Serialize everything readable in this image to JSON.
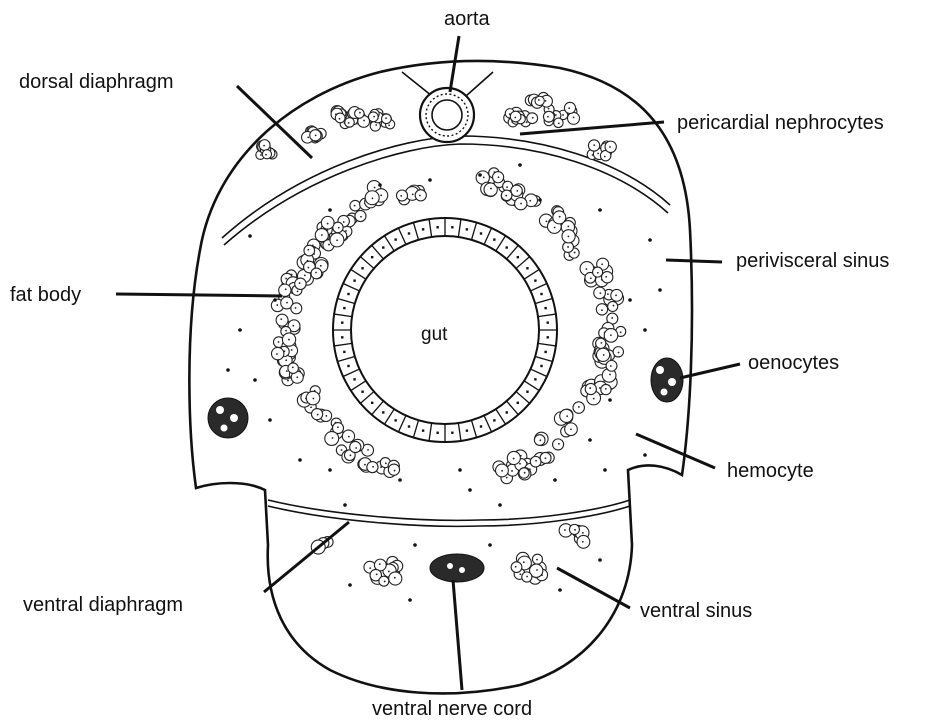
{
  "labels": {
    "aorta": "aorta",
    "dorsal_diaphragm": "dorsal diaphragm",
    "pericardial_nephrocytes": "pericardial nephrocytes",
    "perivisceral_sinus": "perivisceral sinus",
    "fat_body": "fat body",
    "gut": "gut",
    "oenocytes": "oenocytes",
    "hemocyte": "hemocyte",
    "ventral_diaphragm": "ventral diaphragm",
    "ventral_sinus": "ventral sinus",
    "ventral_nerve_cord": "ventral nerve cord"
  }
}
